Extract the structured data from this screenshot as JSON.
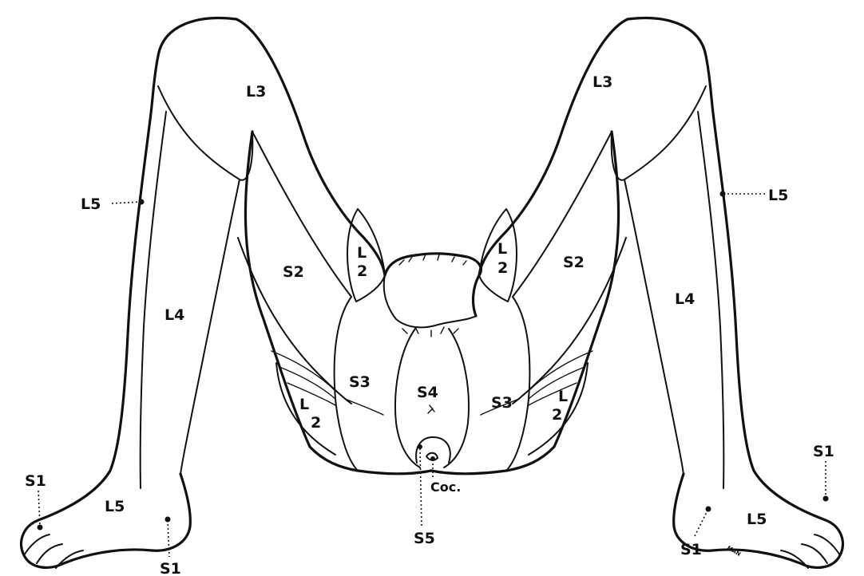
{
  "labels": {
    "l3_left": "L3",
    "l3_right": "L3",
    "l5_left_leader": "L5",
    "l5_right_leader": "L5",
    "l4_left": "L4",
    "l4_right": "L4",
    "s2_left": "S2",
    "s2_right": "S2",
    "l2_upper_left_letter": "L",
    "l2_upper_left_digit": "2",
    "l2_upper_right_letter": "L",
    "l2_upper_right_digit": "2",
    "s3_left": "S3",
    "s3_right": "S3",
    "s4": "S4",
    "l2_lower_left_letter": "L",
    "l2_lower_left_digit": "2",
    "l2_lower_right_letter": "L",
    "l2_lower_right_digit": "2",
    "s1_left_toe": "S1",
    "s1_left_ankle": "S1",
    "l5_left_foot": "L5",
    "s1_right_ankle": "S1",
    "s1_right_toe": "S1",
    "l5_right_foot": "L5",
    "coc": "Coc.",
    "s5": "S5"
  },
  "artist_signature": "MAN"
}
